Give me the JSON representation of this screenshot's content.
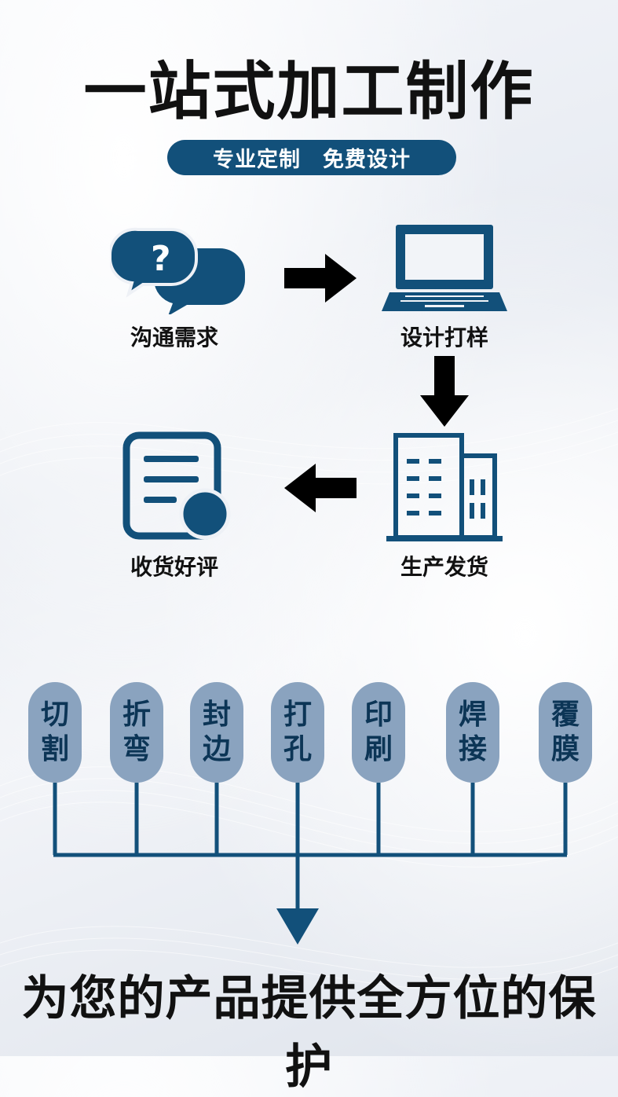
{
  "title": "一站式加工制作",
  "subtitle": "专业定制　免费设计",
  "steps": [
    {
      "label": "沟通需求",
      "icon": "chat-bubbles-icon"
    },
    {
      "label": "设计打样",
      "icon": "laptop-icon"
    },
    {
      "label": "生产发货",
      "icon": "factory-building-icon"
    },
    {
      "label": "收货好评",
      "icon": "document-review-icon"
    }
  ],
  "question_mark": "?",
  "processes": [
    {
      "top": "切",
      "bottom": "割"
    },
    {
      "top": "折",
      "bottom": "弯"
    },
    {
      "top": "封",
      "bottom": "边"
    },
    {
      "top": "打",
      "bottom": "孔"
    },
    {
      "top": "印",
      "bottom": "刷"
    },
    {
      "top": "焊",
      "bottom": "接"
    },
    {
      "top": "覆",
      "bottom": "膜"
    }
  ],
  "slogan": "为您的产品提供全方位的保护",
  "colors": {
    "accent": "#12507a",
    "pill_process": "#8aa3bf",
    "text": "#111111"
  }
}
